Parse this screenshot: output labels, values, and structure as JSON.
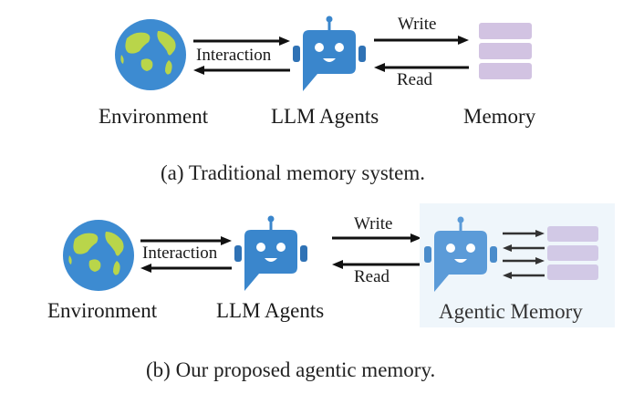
{
  "colors": {
    "globe_ocean": "#3d8bd1",
    "globe_land": "#b9d54a",
    "robot_dark": "#3a86cc",
    "robot_light": "#5b9bd8",
    "robot_ear": "#2f72b5",
    "memory_block": "#d2c3e2",
    "agentic_box_bg": "#eff6fb",
    "arrow": "#111111"
  },
  "panel_a": {
    "nodes": {
      "environment": "Environment",
      "agents": "LLM Agents",
      "memory": "Memory"
    },
    "edges": {
      "interaction": "Interaction",
      "write": "Write",
      "read": "Read"
    },
    "caption": "(a)  Traditional memory system."
  },
  "panel_b": {
    "nodes": {
      "environment": "Environment",
      "agents": "LLM Agents",
      "agentic_memory": "Agentic Memory"
    },
    "edges": {
      "interaction": "Interaction",
      "write": "Write",
      "read": "Read"
    },
    "caption": "(b)  Our proposed agentic memory."
  }
}
